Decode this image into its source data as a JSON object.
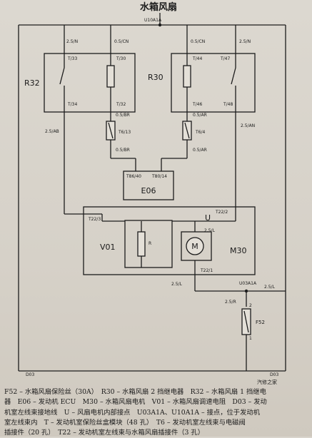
{
  "title": "水箱风扇",
  "components": {
    "r32": "R32",
    "r30": "R30",
    "e06": "E06",
    "v01": "V01",
    "m30": "M30",
    "f52": "F52",
    "u": "U",
    "motor": "M",
    "resistor": "R"
  },
  "terminals": {
    "t33": "T/33",
    "t34": "T/34",
    "t30": "T/30",
    "t32": "T/32",
    "t613": "T6/13",
    "t44": "T/44",
    "t46": "T/46",
    "t47": "T/47",
    "t48": "T/48",
    "t64": "T6/4",
    "t8640": "T86/40",
    "t8014": "T80/14",
    "t223": "T22/3",
    "t222": "T22/2",
    "t221": "T22/1",
    "pin2": "2",
    "pin1": "1"
  },
  "wires": {
    "w25n_l": "2.5/N",
    "w05cn_l": "0.5/CN",
    "w05cn_r": "0.5/CN",
    "w25n_r": "2.5/N",
    "w05br_a": "0.5/BR",
    "w05br_b": "0.5/BR",
    "w05ar_a": "0.5/AR",
    "w05ar_b": "0.5/AR",
    "w25ab": "2.5/AB",
    "w25an": "2.5/AN",
    "w25l_a": "2.5/L",
    "w25l_b": "2.5/L",
    "w25l_c": "2.5/L",
    "w25r": "2.5/R"
  },
  "nodes": {
    "u10a1a": "U10A1A",
    "u03a1a": "U03A1A",
    "d03_l": "D03",
    "d03_r": "D03"
  },
  "watermark": "汽修之家",
  "legend": [
    "F52 – 水箱风扇保险丝（30A）　R30 – 水箱风扇 2 挡继电器　R32 – 水箱风扇 1 挡继电",
    "器　E06 – 发动机 ECU　M30 – 水箱风扇电机　V01 – 水箱风扇调速电阻　D03 – 发动",
    "机室左线束接地线　U – 风扇电机内部接点　U03A1A、U10A1A – 接点，位于发动机",
    "室左线束内　T – 发动机室保险丝盒模块（48 孔）　T6 – 发动机室左线束与电磁阀",
    "插接件（20 孔）　T22 – 发动机室左线束与水箱风扇插接件（3 孔）"
  ]
}
